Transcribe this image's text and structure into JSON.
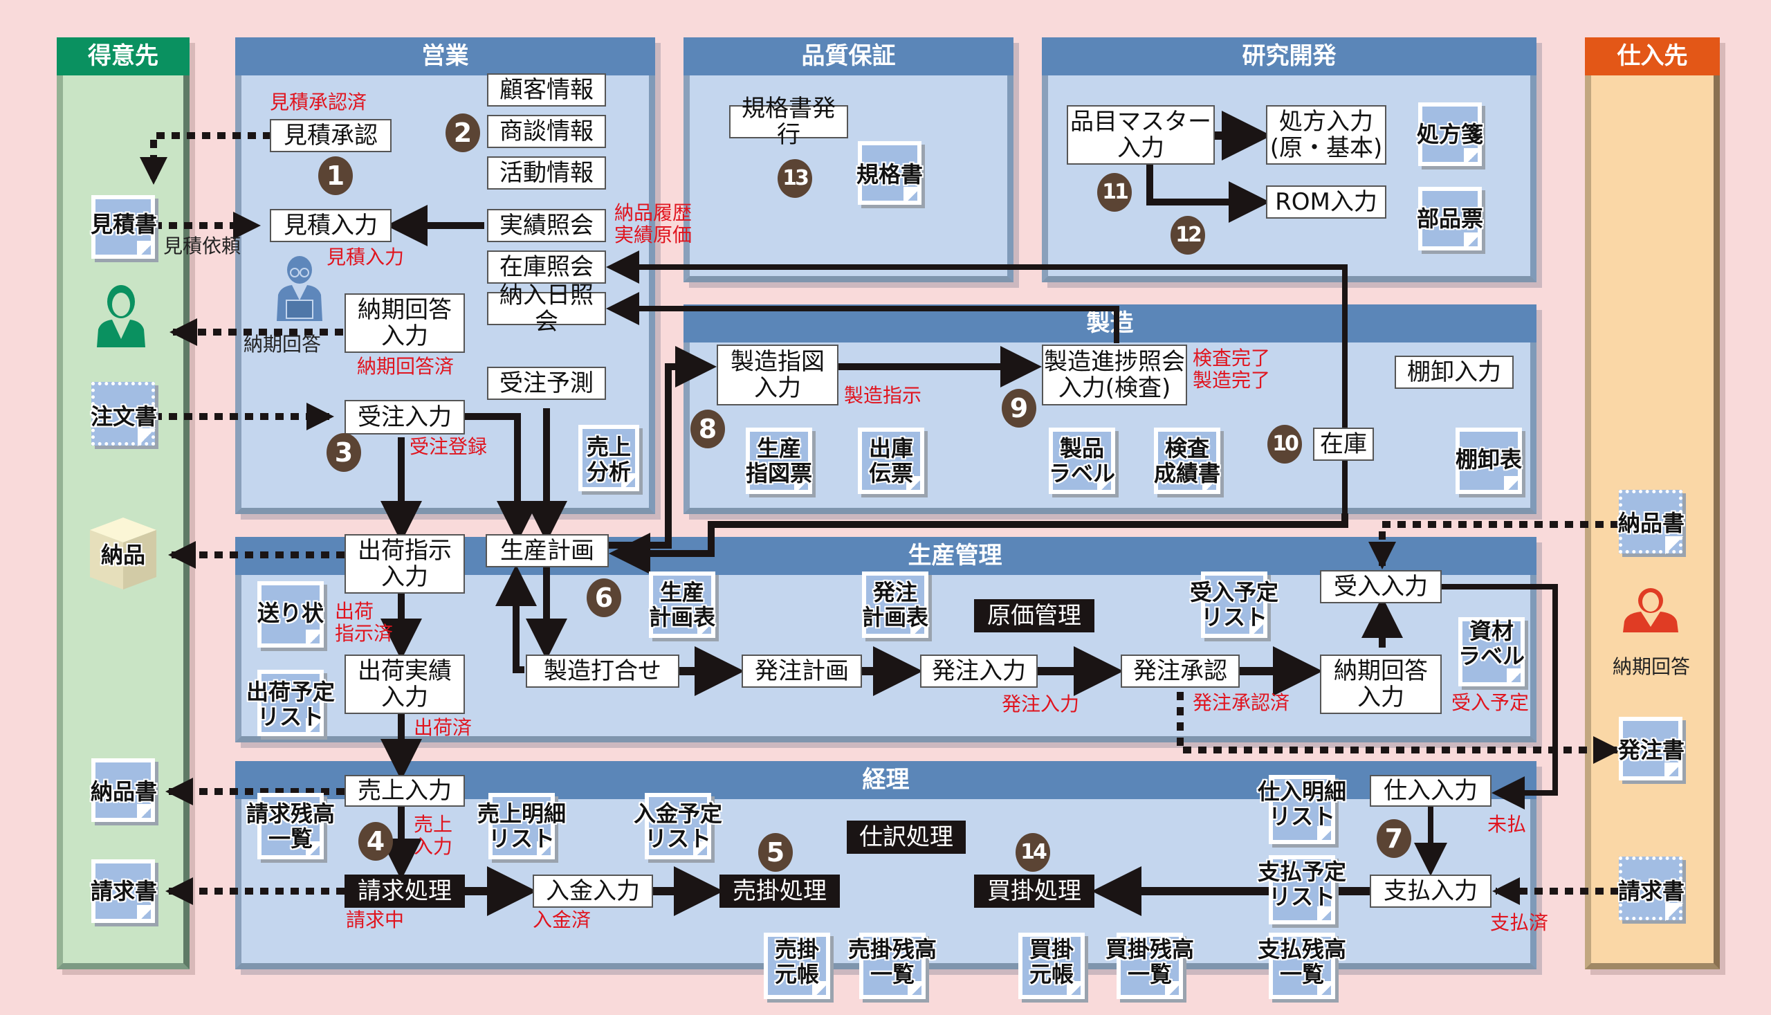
{
  "lanes": {
    "customer": "得意先",
    "sales": "営業",
    "quality": "品質保証",
    "rnd": "研究開発",
    "supplier": "仕入先",
    "manufacturing": "製造",
    "production": "生産管理",
    "accounting": "経理"
  },
  "customer": {
    "docs": [
      "見積書",
      "注文書",
      "納品書",
      "請求書"
    ],
    "delivery": "納品",
    "labels": {
      "estimate_request": "見積依頼",
      "delivery_answer": "納期回答"
    }
  },
  "supplier": {
    "docs": [
      "納品書",
      "発注書",
      "請求書"
    ],
    "person_label": "納期回答"
  },
  "sales": {
    "boxes": {
      "estimate_approval": "見積承認",
      "estimate_input": "見積入力",
      "customer_info": "顧客情報",
      "deal_info": "商談情報",
      "activity_info": "活動情報",
      "results_inquiry": "実績照会",
      "stock_inquiry": "在庫照会",
      "receipt_date_inquiry": "納入日照会",
      "delivery_answer_input": "納期回答\n入力",
      "order_forecast": "受注予測",
      "order_input": "受注入力"
    },
    "status": {
      "estimate_approved": "見積承認済",
      "estimate_entered": "見積入力",
      "results_note": "納品履歴\n実績原価",
      "delivery_answered": "納期回答済",
      "order_registered": "受注登録"
    },
    "docs": [
      "売上\n分析"
    ]
  },
  "quality": {
    "boxes": {
      "spec_issue": "規格書発行"
    },
    "docs": [
      "規格書"
    ]
  },
  "rnd": {
    "boxes": {
      "item_master": "品目マスター\n入力",
      "recipe_input": "処方入力\n(原・基本)",
      "rom_input": "ROM入力"
    },
    "docs": [
      "処方箋",
      "部品票"
    ]
  },
  "manufacturing": {
    "boxes": {
      "mfg_order_input": "製造指図\n入力",
      "progress_input": "製造進捗照会\n入力(検査)",
      "stocktake_input": "棚卸入力",
      "inventory": "在庫"
    },
    "status": {
      "mfg_instruction": "製造指示",
      "inspection_done": "検査完了\n製造完了"
    },
    "docs": [
      "生産\n指図票",
      "出庫\n伝票",
      "製品\nラベル",
      "検査\n成績書",
      "棚卸表"
    ]
  },
  "production": {
    "boxes": {
      "ship_instruction": "出荷指示\n入力",
      "production_plan": "生産計画",
      "ship_result": "出荷実績\n入力",
      "mfg_meeting": "製造打合せ",
      "po_plan": "発注計画",
      "po_input": "発注入力",
      "po_approval": "発注承認",
      "delivery_answer_input": "納期回答\n入力",
      "receiving_input": "受入入力",
      "cost_mgmt": "原価管理"
    },
    "status": {
      "ship_instructed": "出荷\n指示済",
      "shipped": "出荷済",
      "po_entered": "発注入力",
      "po_approved": "発注承認済",
      "receipt_scheduled": "受入予定"
    },
    "docs": [
      "送り状",
      "出荷予定\nリスト",
      "生産\n計画表",
      "発注\n計画表",
      "受入予定\nリスト",
      "資材\nラベル"
    ]
  },
  "accounting": {
    "boxes": {
      "sales_input": "売上入力",
      "billing": "請求処理",
      "payment_receipt": "入金入力",
      "ar_processing": "売掛処理",
      "journal": "仕訳処理",
      "ap_processing": "買掛処理",
      "purchase_input": "仕入入力",
      "payment_input": "支払入力"
    },
    "status": {
      "sales_entered": "売上\n入力",
      "billing_in_progress": "請求中",
      "received": "入金済",
      "unpaid": "未払",
      "paid": "支払済"
    },
    "docs": [
      "請求残高\n一覧",
      "売上明細\nリスト",
      "入金予定\nリスト",
      "売掛\n元帳",
      "売掛残高\n一覧",
      "買掛\n元帳",
      "買掛残高\n一覧",
      "支払残高\n一覧",
      "仕入明細\nリスト",
      "支払予定\nリスト"
    ]
  },
  "step_numbers": [
    "1",
    "2",
    "3",
    "4",
    "5",
    "6",
    "7",
    "8",
    "9",
    "10",
    "11",
    "12",
    "13",
    "14"
  ],
  "colors": {
    "background": "#f9dada",
    "dept_header": "#5b86b8",
    "dept_body": "#c4d6ee",
    "customer_header": "#0a9160",
    "customer_body": "#c9e4c5",
    "supplier_header": "#e35717",
    "supplier_body": "#fad7a6",
    "status_text": "#e0141e",
    "step_badge": "#5b4434"
  }
}
